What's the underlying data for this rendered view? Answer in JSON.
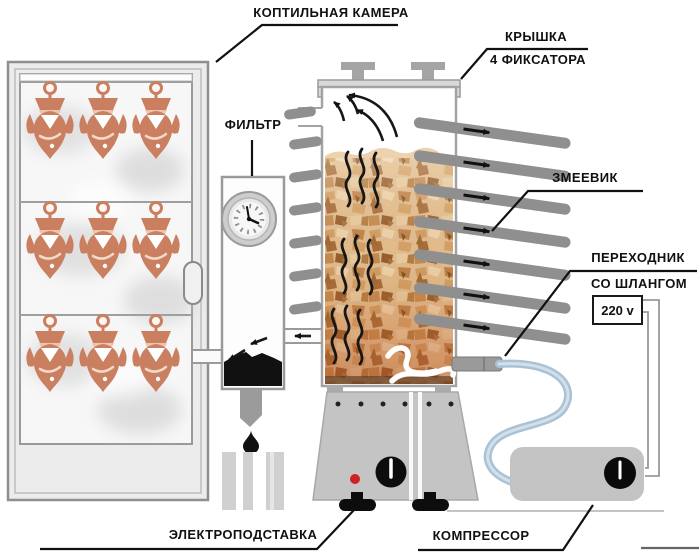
{
  "diagram": {
    "labels": {
      "chamber": "КОПТИЛЬНАЯ КАМЕРА",
      "lid": "КРЫШКА",
      "lid2": "4 ФИКСАТОРА",
      "filter": "ФИЛЬТР",
      "coil": "ЗМЕЕВИК",
      "adapter": "ПЕРЕХОДНИК",
      "adapter2": "СО ШЛАНГОМ",
      "voltage": "220 v",
      "stand": "ЭЛЕКТРОПОДСТАВКА",
      "compressor": "КОМПРЕССОР"
    },
    "counts": {
      "fish_rows": 3,
      "fish_per_row": 3,
      "coil_turns": 7,
      "vent_holes": 6
    },
    "colors": {
      "fish": "#c97f60",
      "hose": "#a9c2d6",
      "indicator_light": "#cc2222",
      "coil_tube": "#8f8f8f",
      "chips_light": "#e0bf94",
      "chips_dark": "#96582a",
      "tar": "#111111",
      "cabinet": "#ececec",
      "base_metal": "#c4c4c4"
    }
  }
}
